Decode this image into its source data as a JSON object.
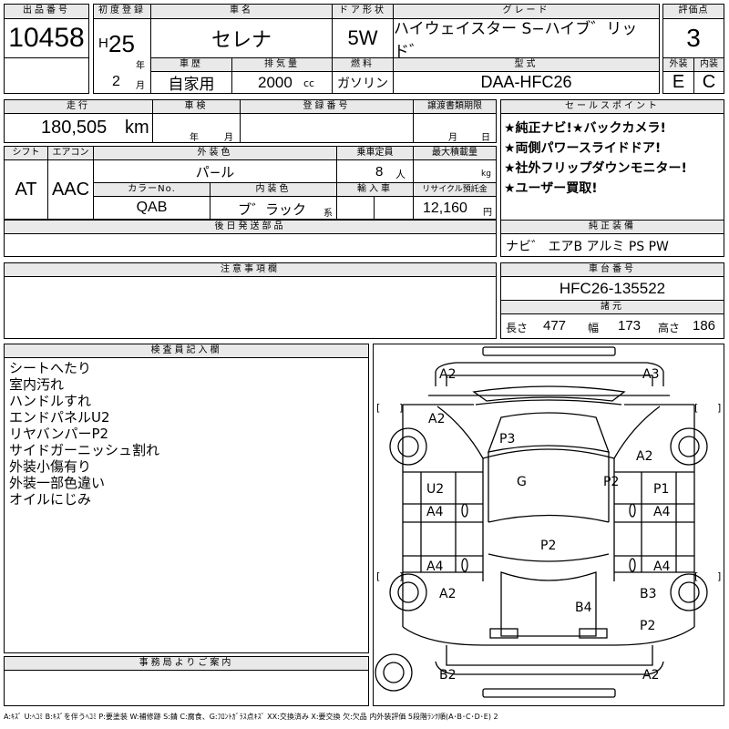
{
  "header": {
    "lot_label": "出品番号",
    "lot_number": "10458",
    "first_reg_label": "初度登録",
    "era": "H",
    "year": "25",
    "year_unit": "年",
    "month": "2",
    "month_unit": "月",
    "car_name_label": "車名",
    "car_name": "セレナ",
    "door_label": "ドア形状",
    "door": "5W",
    "grade_label": "グレード",
    "grade": "ハイウェイスター S−ハイブ゛リッド゛",
    "score_label": "評価点",
    "score": "3",
    "history_label": "車歴",
    "history": "自家用",
    "displacement_label": "排気量",
    "displacement": "2000",
    "displacement_unit": "cc",
    "fuel_label": "燃料",
    "fuel": "ガソリン",
    "model_label": "型式",
    "model": "DAA-HFC26",
    "exterior_label": "外装",
    "exterior_grade": "E",
    "interior_label": "内装",
    "interior_grade": "C"
  },
  "row2": {
    "mileage_label": "走行",
    "mileage": "180,505",
    "mileage_unit": "km",
    "inspection_label": "車検",
    "insp_year_unit": "年",
    "insp_month_unit": "月",
    "reg_no_label": "登録番号",
    "transfer_label": "譲渡書類期限",
    "transfer_month_unit": "月",
    "transfer_day_unit": "日",
    "sales_label": "セールスポイント",
    "sales_points": [
      "★純正ナビ!★バックカメラ!",
      "★両側パワースライドドア!",
      "★社外フリップダウンモニター!",
      "★ユーザー買取!"
    ]
  },
  "row3": {
    "shift_label": "シフト",
    "shift": "AT",
    "ac_label": "エアコン",
    "ac": "AAC",
    "color_label": "外装色",
    "color": "パ−ル",
    "capacity_label": "乗車定員",
    "capacity": "8",
    "capacity_unit": "人",
    "load_label": "最大積載量",
    "load_unit": "kg",
    "color_no_label": "カラーNo.",
    "color_no": "QAB",
    "interior_color_label": "内装色",
    "interior_color": "ブ゛ラック",
    "interior_color_unit": "系",
    "import_label": "輸入車",
    "recycle_label": "リサイクル預託金",
    "recycle": "12,160",
    "recycle_unit": "円"
  },
  "later_parts_label": "後日発送部品",
  "oem_label": "純正装備",
  "oem_equipment": "ナビ゛ エアB アルミ PS PW",
  "notes_label": "注意事項欄",
  "chassis_label": "車台番号",
  "chassis": "HFC26-135522",
  "specs_label": "諸元",
  "specs": {
    "length_label": "長さ",
    "length": "477",
    "width_label": "幅",
    "width": "173",
    "height_label": "高さ",
    "height": "186"
  },
  "inspector_label": "検査員記入欄",
  "inspector_notes": [
    "シートへたり",
    "室内汚れ",
    "ハンドルすれ",
    "エンドパネルU2",
    "リヤバンパーP2",
    "サイドガーニッシュ割れ",
    "外装小傷有り",
    "外装一部色違い",
    "オイルにじみ"
  ],
  "office_label": "事務局よりご案内",
  "legend": "A:ｷｽﾞ U:ﾍｺﾐ B:ｷｽﾞを伴うﾍｺﾐ P:要塗装 W:補修跡 S:錆 C:腐食、G:ﾌﾛﾝﾄｶﾞﾗｽ点ｷｽﾞ XX:交換済み X:要交換 欠:欠品 内外装評価 5段階ﾗﾝｸ順(A･B･C･D･E) 2",
  "diagram_marks": [
    "A2",
    "A3",
    "A2",
    "P3",
    "A2",
    "G",
    "U2",
    "P2",
    "P1",
    "A4",
    "A4",
    "P2",
    "A4",
    "A4",
    "A2",
    "B3",
    "B4",
    "P2",
    "B2",
    "A2"
  ]
}
